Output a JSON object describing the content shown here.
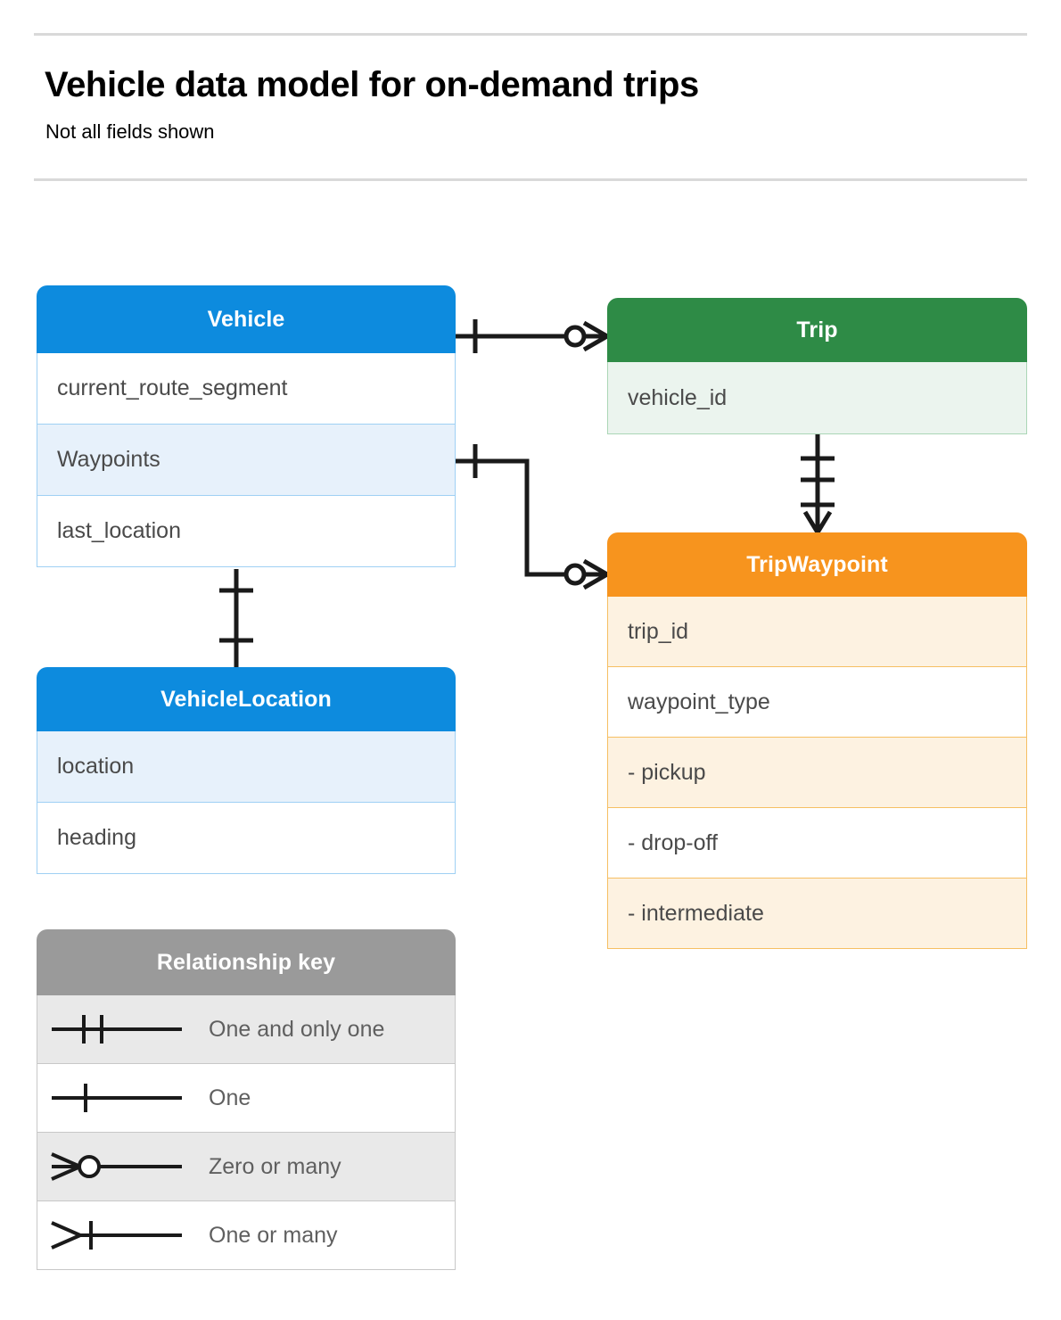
{
  "header": {
    "title": "Vehicle data model for on-demand trips",
    "subtitle": "Not all fields shown"
  },
  "colors": {
    "blue": "#0d8bde",
    "blue_tint": "#e7f1fb",
    "blue_border": "#9fd0f4",
    "green": "#2e8b46",
    "green_tint": "#ebf4ee",
    "green_border": "#abd6b6",
    "orange": "#f7941e",
    "orange_tint": "#fdf2e1",
    "orange_border": "#f6bf63",
    "gray": "#9a9a9a",
    "gray_tint": "#e9e9e9",
    "gray_border": "#c8c8c8",
    "connector": "#1a1a1a",
    "rule": "#d9d9d9",
    "field_text": "#4a4a4a"
  },
  "entities": {
    "vehicle": {
      "name": "Vehicle",
      "fields": [
        {
          "label": "current_route_segment",
          "tint": false
        },
        {
          "label": "Waypoints",
          "tint": true
        },
        {
          "label": "last_location",
          "tint": false
        }
      ]
    },
    "vehicle_location": {
      "name": "VehicleLocation",
      "fields": [
        {
          "label": "location",
          "tint": true
        },
        {
          "label": "heading",
          "tint": false
        }
      ]
    },
    "trip": {
      "name": "Trip",
      "fields": [
        {
          "label": "vehicle_id",
          "tint": true
        }
      ]
    },
    "trip_waypoint": {
      "name": "TripWaypoint",
      "fields": [
        {
          "label": "trip_id",
          "tint": true
        },
        {
          "label": "waypoint_type",
          "tint": false
        },
        {
          "label": "-  pickup",
          "tint": true
        },
        {
          "label": "-  drop-off",
          "tint": false
        },
        {
          "label": "-  intermediate",
          "tint": true
        }
      ]
    }
  },
  "legend": {
    "title": "Relationship key",
    "rows": [
      {
        "label": "One and only one",
        "symbol": "one-and-only-one-symbol",
        "tint": true
      },
      {
        "label": "One",
        "symbol": "one-symbol",
        "tint": false
      },
      {
        "label": "Zero or many",
        "symbol": "zero-or-many-symbol",
        "tint": true
      },
      {
        "label": "One or many",
        "symbol": "one-or-many-symbol",
        "tint": false
      }
    ]
  },
  "relationships": [
    {
      "id": "vehicle-to-trip",
      "from": "Vehicle",
      "to": "Trip",
      "from_cardinality": "One",
      "to_cardinality": "Zero or many"
    },
    {
      "id": "vehicle-waypoints-to-tripwaypoint",
      "from": "Vehicle.Waypoints",
      "to": "TripWaypoint",
      "from_cardinality": "One",
      "to_cardinality": "Zero or many"
    },
    {
      "id": "trip-to-tripwaypoint",
      "from": "Trip",
      "to": "TripWaypoint",
      "from_cardinality": "One and only one",
      "to_cardinality": "One or many"
    },
    {
      "id": "vehicle-to-vehiclelocation",
      "from": "Vehicle",
      "to": "VehicleLocation",
      "from_cardinality": "One",
      "to_cardinality": "One"
    }
  ]
}
